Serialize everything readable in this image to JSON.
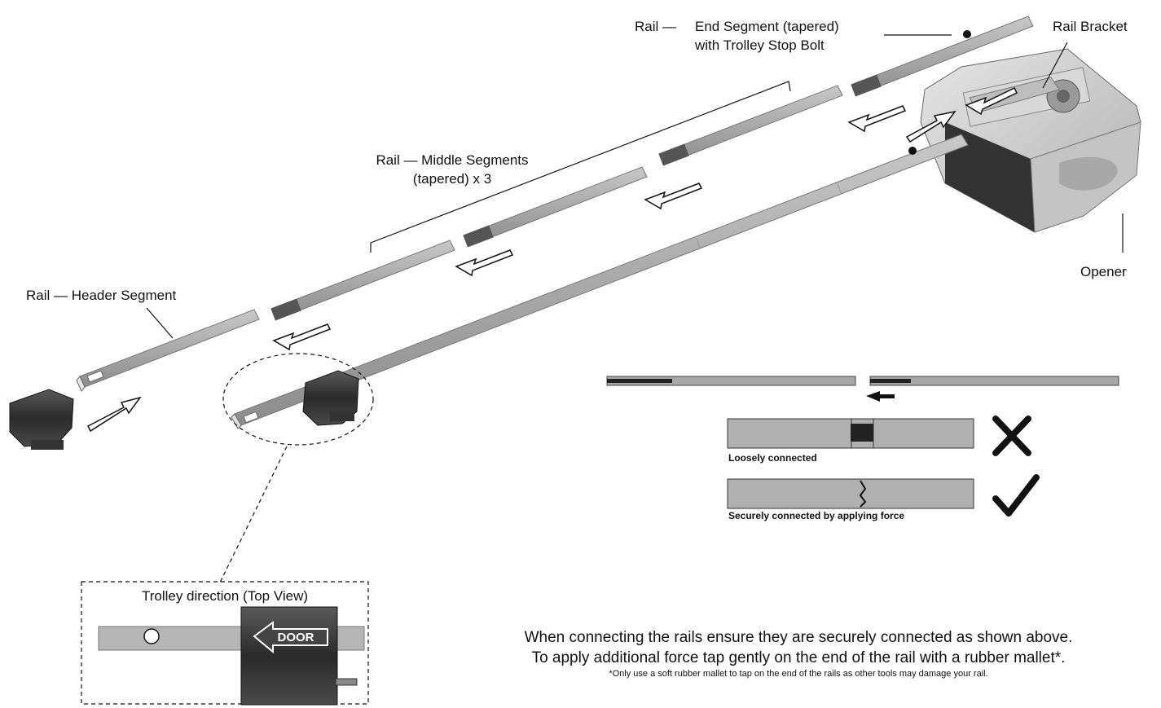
{
  "labels": {
    "end_segment_prefix": "Rail —",
    "end_segment_line1": "End Segment (tapered)",
    "end_segment_line2": "with Trolley Stop Bolt",
    "rail_bracket": "Rail Bracket",
    "middle_segments_line1": "Rail — Middle Segments",
    "middle_segments_line2": "(tapered) x 3",
    "header_segment": "Rail — Header Segment",
    "opener": "Opener"
  },
  "connection_detail": {
    "loose_label": "Loosely connected",
    "secure_label": "Securely connected by applying force",
    "loose_mark_icon": "cross-icon",
    "secure_mark_icon": "check-icon"
  },
  "inset": {
    "title": "Trolley direction (Top View)",
    "door_label": "DOOR"
  },
  "notes": {
    "line1": "When connecting the rails ensure they are securely connected as shown above.",
    "line2": "To apply additional force tap gently on the end of the rail with a rubber mallet*.",
    "footnote": "*Only use a soft rubber mallet to tap on the end of the rails as other tools may damage your rail."
  },
  "colors": {
    "rail_top": "#b4b4b4",
    "rail_side": "#8a8a8a",
    "trolley": "#2e2e2e",
    "opener_body": "#cfcfcf",
    "opener_dark": "#3a3a3a"
  }
}
